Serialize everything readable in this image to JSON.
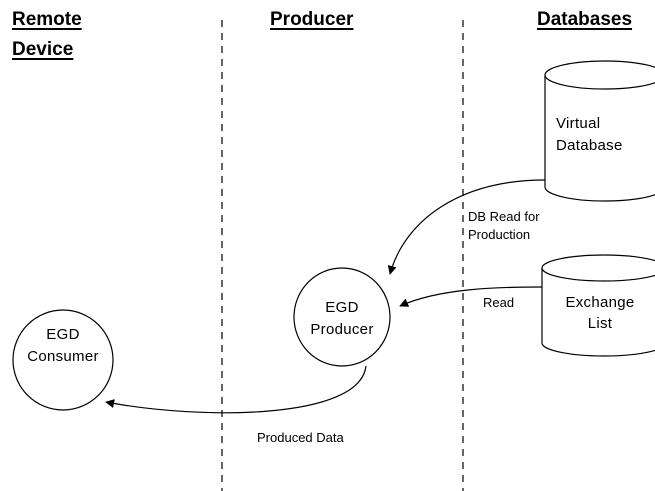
{
  "columns": {
    "remote_device": [
      "Remote",
      "Device"
    ],
    "producer": "Producer",
    "databases": "Databases"
  },
  "nodes": {
    "egd_consumer": [
      "EGD",
      "Consumer"
    ],
    "egd_producer": [
      "EGD",
      "Producer"
    ],
    "virtual_database": [
      "Virtual",
      "Database"
    ],
    "exchange_list": [
      "Exchange",
      "List"
    ]
  },
  "flows": {
    "db_read": [
      "DB Read for",
      "Production"
    ],
    "read": "Read",
    "produced_data": "Produced Data"
  }
}
